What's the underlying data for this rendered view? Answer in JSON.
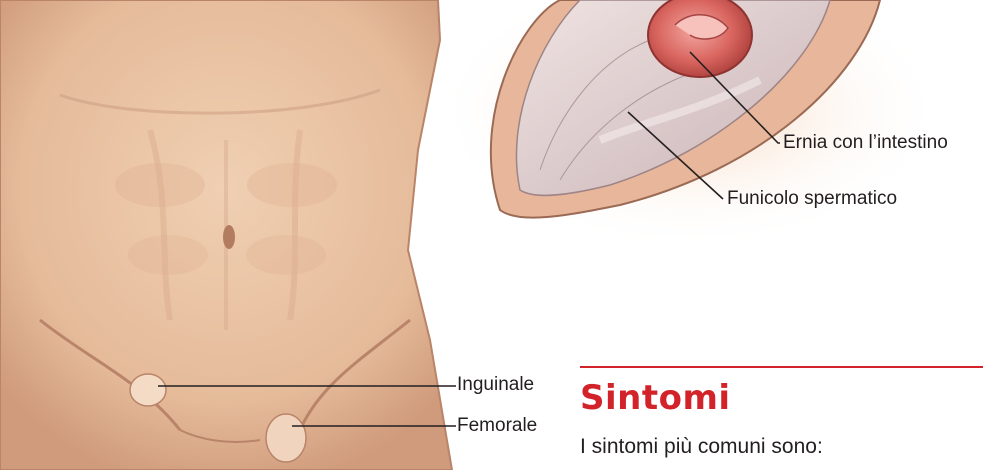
{
  "labels": {
    "ernia_intestino": "Ernia con l’intestino",
    "funicolo": "Funicolo spermatico",
    "inguinale": "Inguinale",
    "femorale": "Femorale"
  },
  "section": {
    "heading": "Sintomi",
    "intro": "I sintomi più comuni sono:"
  },
  "colors": {
    "accent": "#d2232a",
    "skin": "#e9c3a3",
    "skin_shadow": "#c9977a",
    "leader_line": "#231f20"
  }
}
